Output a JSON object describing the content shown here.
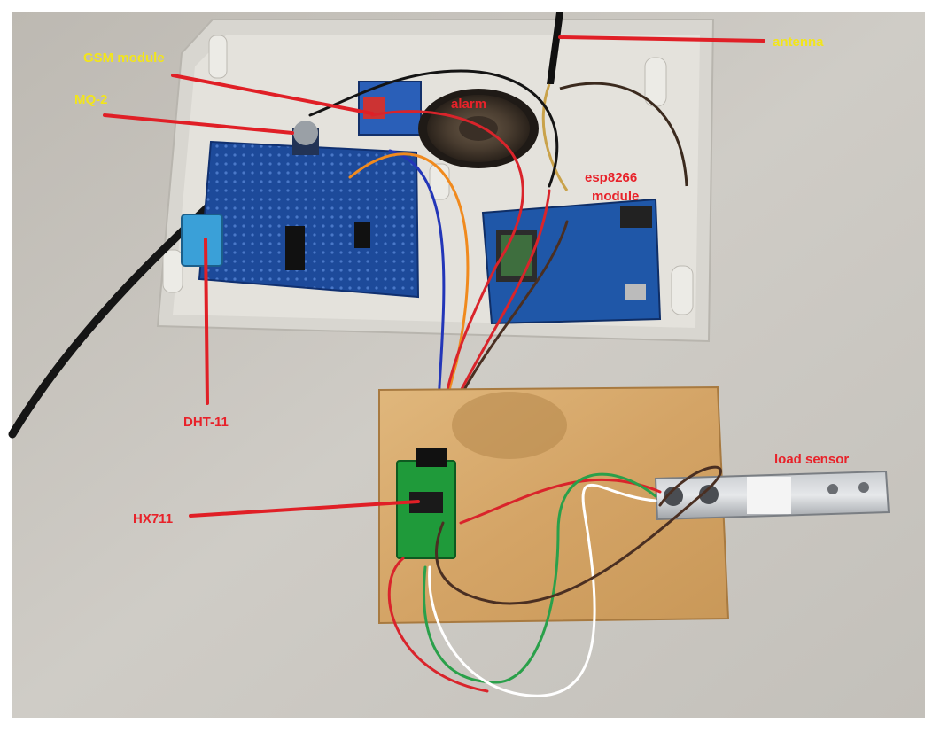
{
  "colors": {
    "frame": "#ffffff",
    "table": "#c9c6c0",
    "label_yellow": "#f2e51b",
    "label_red": "#e8222a",
    "pointer_red": "#e01f26",
    "board_blue": "#1d4a9a",
    "wood": "#d6a869",
    "hx711_green": "#1f9a3a"
  },
  "labels": {
    "antenna": "antenna",
    "gsm_module": "GSM module",
    "mq2": "MQ-2",
    "alarm": "alarm",
    "esp8266_line1": "esp8266",
    "esp8266_line2": "module",
    "dht11": "DHT-11",
    "hx711": "HX711",
    "load_sensor": "load sensor"
  }
}
